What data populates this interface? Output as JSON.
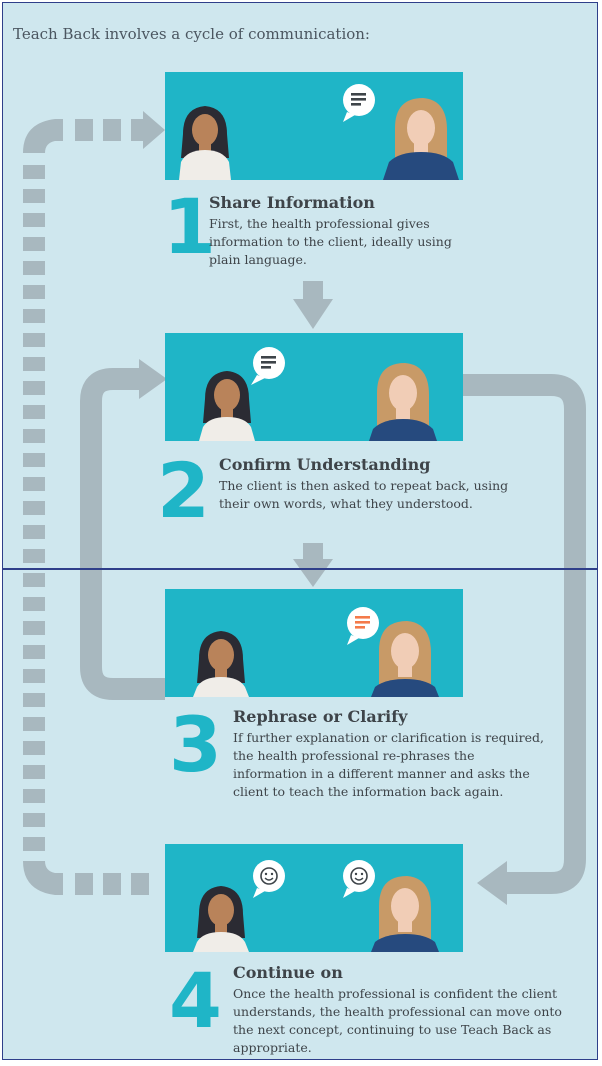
{
  "intro": "Teach Back involves a cycle of communication:",
  "steps": [
    {
      "number": "1",
      "title": "Share Information",
      "description": "First, the health professional gives information to the client, ideally using plain language."
    },
    {
      "number": "2",
      "title": "Confirm Understanding",
      "description": "The client is then asked to repeat back, using their own words, what they understood."
    },
    {
      "number": "3",
      "title": "Rephrase or Clarify",
      "description": "If further explanation or clarification is required, the health professional re-phrases the information in a different manner and asks the client to teach the information back again."
    },
    {
      "number": "4",
      "title": "Continue on",
      "description": "Once the health professional is confident the client understands, the health professional can move onto the next concept, continuing to use Teach Back as appropriate."
    }
  ],
  "colors": {
    "background": "#cfe7ee",
    "scene": "#1fb5c7",
    "arrow": "#a8b8bf",
    "number": "#1fb5c7",
    "text": "#3e4449",
    "border": "#2f3f8a",
    "orange_bubble": "#f47a4a"
  },
  "icons": {
    "speech_bubble": "speech-bubble-icon",
    "smiley": "smiley-icon"
  }
}
